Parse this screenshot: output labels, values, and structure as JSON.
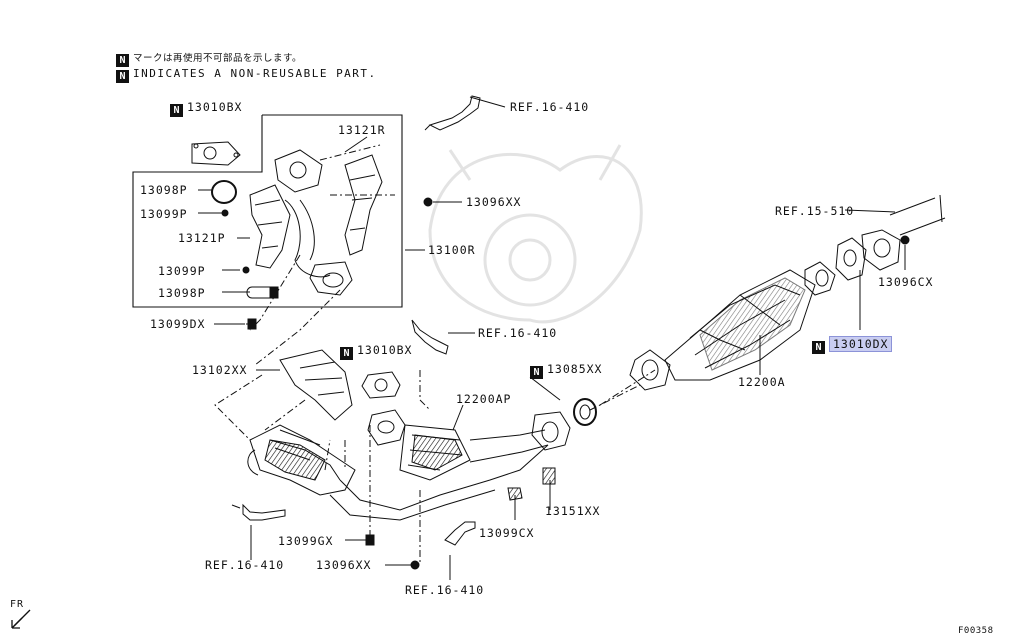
{
  "notes": {
    "japanese": "マークは再使用不可部品を示します。",
    "english": "INDICATES A NON-REUSABLE PART.",
    "n_mark": "N"
  },
  "labels": {
    "p13010bx_top": "13010BX",
    "p13121r": "13121R",
    "p13098p_a": "13098P",
    "p13099p_a": "13099P",
    "p13121p": "13121P",
    "p13099p_b": "13099P",
    "p13098p_b": "13098P",
    "p13099dx": "13099DX",
    "p13096xx_a": "13096XX",
    "p13100r": "13100R",
    "p13102xx": "13102XX",
    "p13010bx_mid": "13010BX",
    "p12200ap": "12200AP",
    "p13085xx": "13085XX",
    "p13151xx": "13151XX",
    "p13099cx": "13099CX",
    "p13099gx": "13099GX",
    "p13096xx_b": "13096XX",
    "p12200a": "12200A",
    "p13010dx": "13010DX",
    "p13096cx": "13096CX",
    "ref_top": "REF.16-410",
    "ref_mid": "REF.16-410",
    "ref_left": "REF.16-410",
    "ref_bottom": "REF.16-410",
    "ref_1551": "REF.15-510",
    "fr": "FR",
    "fig_code": "F00358"
  },
  "colors": {
    "highlight": "#c9cdf1",
    "line": "#111111"
  }
}
